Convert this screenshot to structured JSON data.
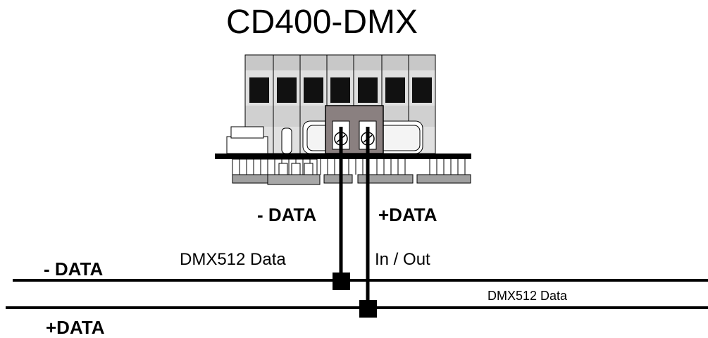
{
  "title": "CD400-DMX",
  "labels": {
    "minus_data_top": "- DATA",
    "plus_data_top": "+DATA",
    "dmx512_data": "DMX512 Data",
    "in_out": "In / Out",
    "minus_data_line": "- DATA",
    "plus_data_line": "+DATA",
    "dmx512_data_line": "DMX512 Data"
  },
  "colors": {
    "line": "#000000",
    "module_light": "#e0e0e0",
    "module_dark": "#c0c0c0",
    "window": "#111111",
    "terminal_block": "#888080",
    "connector": "#a0a0a0"
  }
}
